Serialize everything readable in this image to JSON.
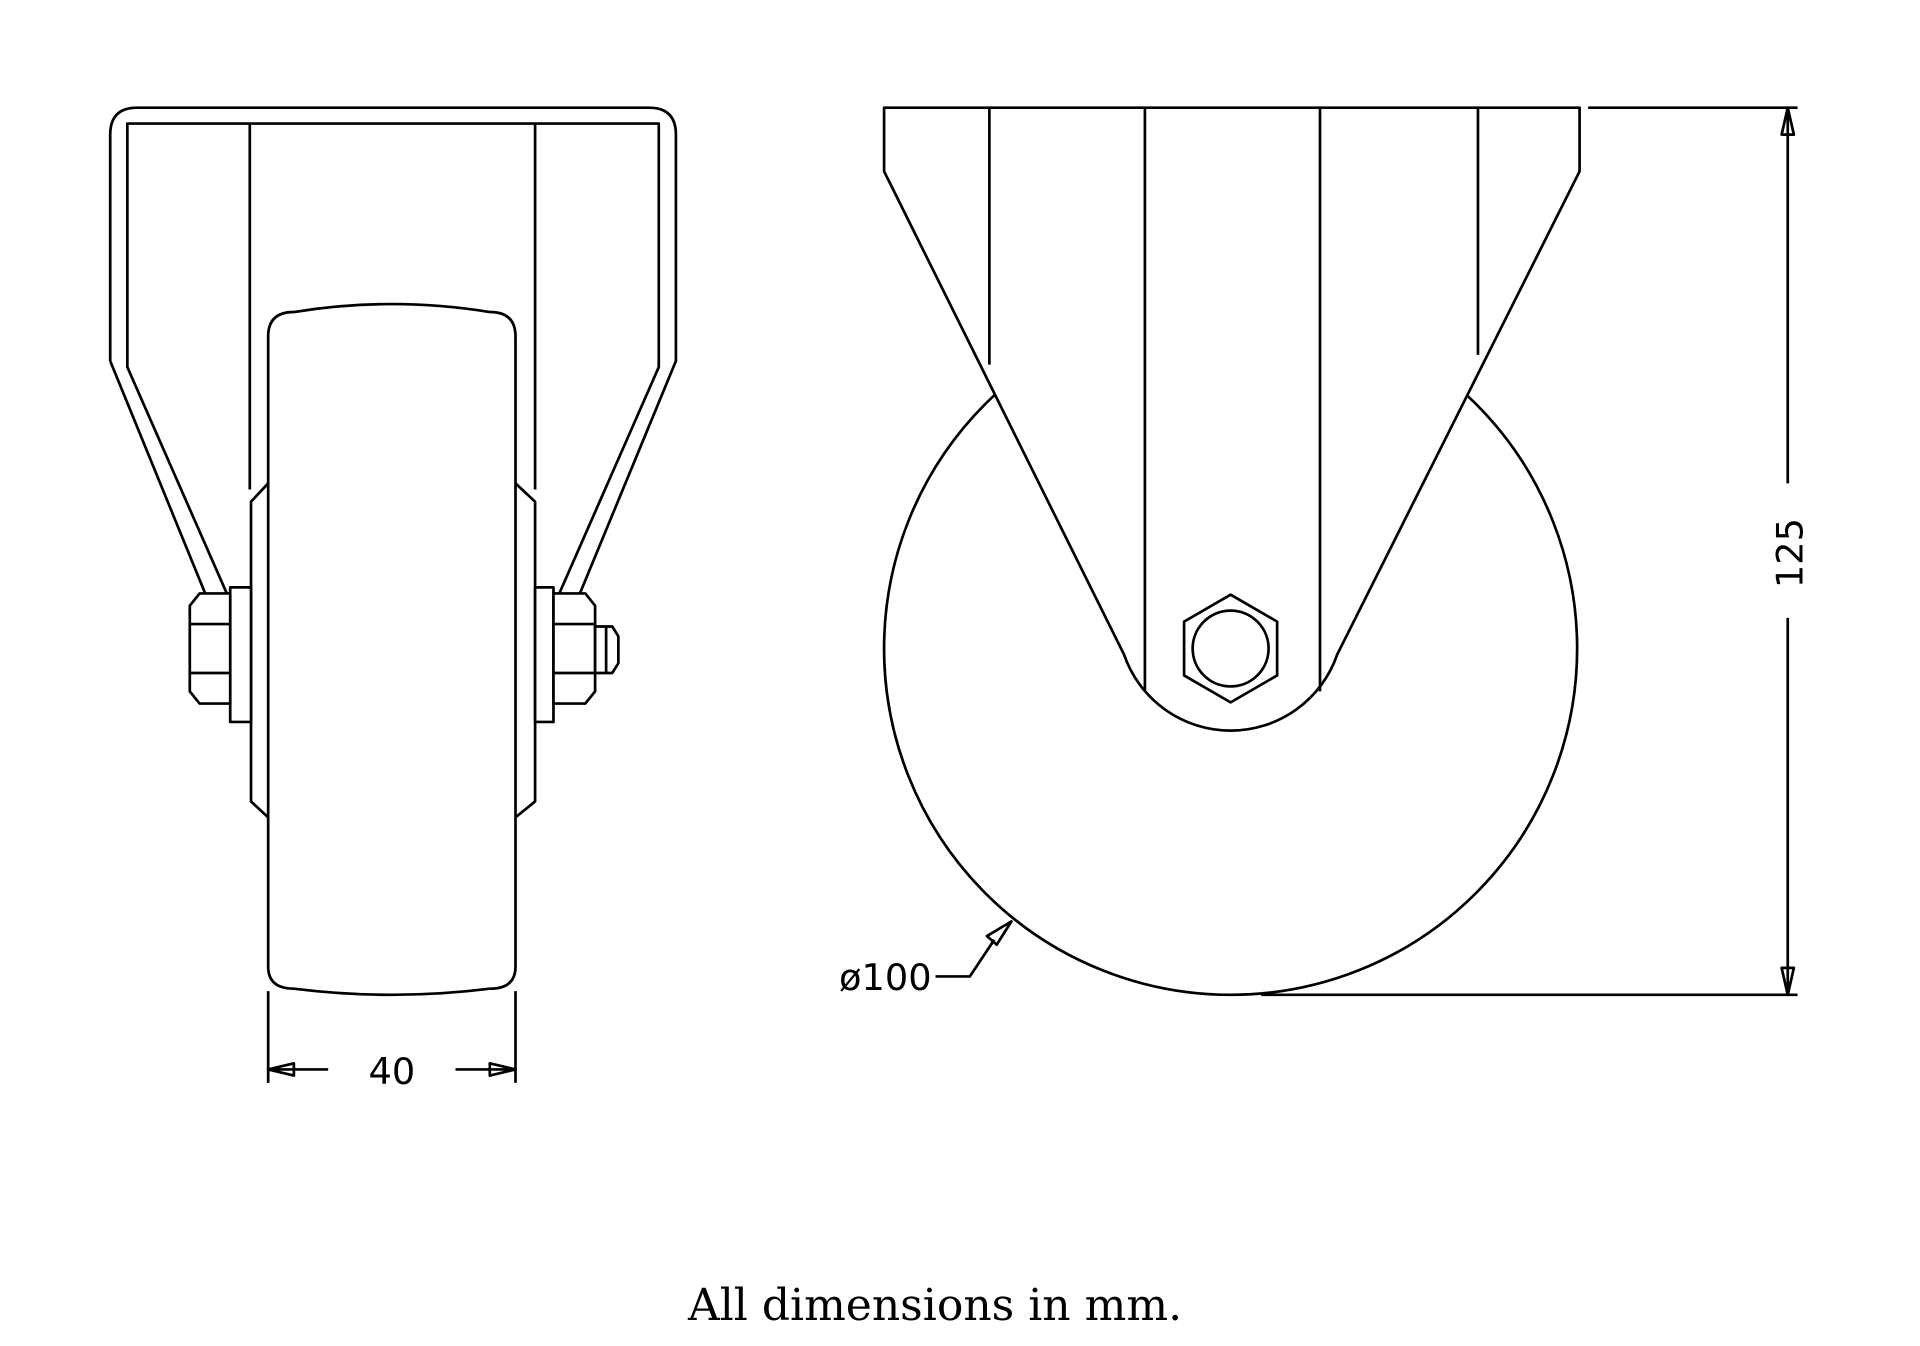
{
  "drawing": {
    "width_dimension": "40",
    "height_dimension": "125",
    "diameter_dimension": "ø100",
    "caption": "All dimensions in mm."
  },
  "colors": {
    "line": "#000000",
    "background": "#ffffff"
  }
}
